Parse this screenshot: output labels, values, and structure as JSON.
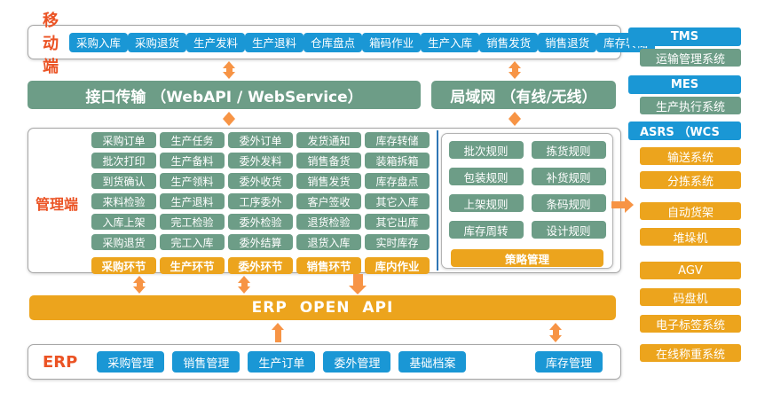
{
  "colors": {
    "blue": "#1a97d5",
    "green": "#6d9d87",
    "gold": "#eca41d",
    "arrow_orange": "#f79445",
    "label_red": "#eb5324",
    "divider_blue": "#2f76b5",
    "frame_border": "#a6a6a6"
  },
  "mobile": {
    "label": "移动端",
    "buttons": [
      "采购入库",
      "采购退货",
      "生产发料",
      "生产退料",
      "仓库盘点",
      "箱码作业",
      "生产入库",
      "销售发货",
      "销售退货",
      "库存转储"
    ]
  },
  "bars": {
    "api": "接口传输 （WebAPI / WebService）",
    "lan": "局域网 （有线/无线）"
  },
  "management": {
    "label": "管理端",
    "columns": [
      {
        "items": [
          "采购订单",
          "批次打印",
          "到货确认",
          "来料检验",
          "入库上架",
          "采购退货"
        ],
        "footer": "采购环节"
      },
      {
        "items": [
          "生产任务",
          "生产备料",
          "生产领料",
          "生产退料",
          "完工检验",
          "完工入库"
        ],
        "footer": "生产环节"
      },
      {
        "items": [
          "委外订单",
          "委外发料",
          "委外收货",
          "工序委外",
          "委外检验",
          "委外结算"
        ],
        "footer": "委外环节"
      },
      {
        "items": [
          "发货通知",
          "销售备货",
          "销售发货",
          "客户签收",
          "退货检验",
          "退货入库"
        ],
        "footer": "销售环节"
      },
      {
        "items": [
          "库存转储",
          "装箱拆箱",
          "库存盘点",
          "其它入库",
          "其它出库",
          "实时库存"
        ],
        "footer": "库内作业"
      }
    ],
    "rules": {
      "items": [
        "批次规则",
        "拣货规则",
        "包装规则",
        "补货规则",
        "上架规则",
        "条码规则",
        "库存周转",
        "设计规则"
      ],
      "footer": "策略管理"
    }
  },
  "erp_api_bar": {
    "label": "ERP OPEN API"
  },
  "erp": {
    "label": "ERP",
    "buttons": [
      "采购管理",
      "销售管理",
      "生产订单",
      "委外管理",
      "基础档案"
    ],
    "inventory_button": "库存管理"
  },
  "sidebar": {
    "items": [
      {
        "label": "TMS",
        "type": "blue"
      },
      {
        "label": "运输管理系统",
        "type": "green"
      },
      {
        "label": "MES",
        "type": "blue"
      },
      {
        "label": "生产执行系统",
        "type": "green"
      },
      {
        "label": "ASRS （WCS",
        "type": "blue"
      },
      {
        "label": "输送系统",
        "type": "orange"
      },
      {
        "label": "分拣系统",
        "type": "orange"
      },
      {
        "label": "自动货架",
        "type": "orange"
      },
      {
        "label": "堆垛机",
        "type": "orange"
      },
      {
        "label": "AGV",
        "type": "orange"
      },
      {
        "label": "码盘机",
        "type": "orange"
      },
      {
        "label": "电子标签系统",
        "type": "orange"
      },
      {
        "label": "在线称重系统",
        "type": "orange"
      }
    ]
  }
}
